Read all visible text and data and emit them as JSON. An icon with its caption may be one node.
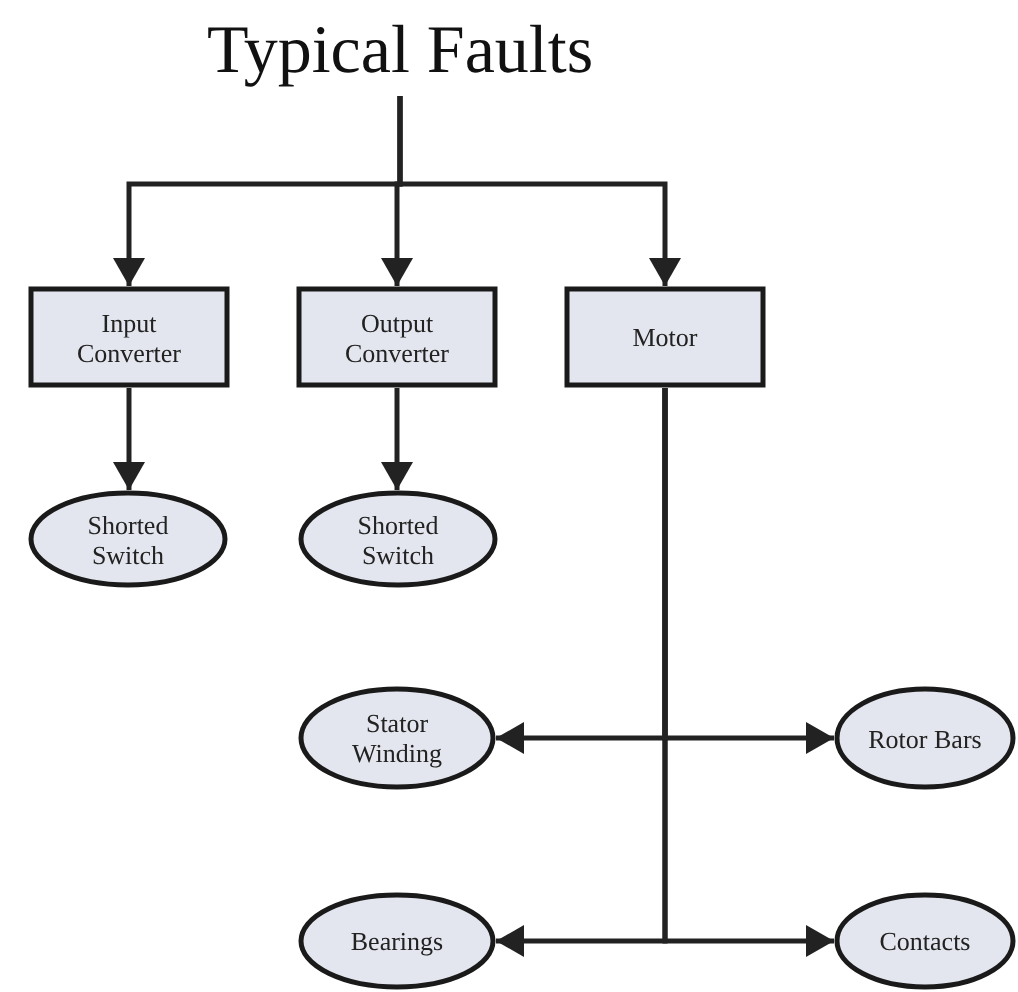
{
  "diagram": {
    "nodes": [
      {
        "text": [
          "Typical Faults"
        ]
      },
      {
        "text": [
          "Input Converter"
        ]
      },
      {
        "text": [
          "Output Converter"
        ]
      },
      {
        "text": [
          "Motor"
        ]
      },
      {
        "text": [
          "Shorted Switch"
        ]
      },
      {
        "text": [
          "Shorted Switch"
        ]
      },
      {
        "text": [
          "Stator Winding"
        ]
      },
      {
        "text": [
          "Rotor Bars"
        ]
      },
      {
        "text": [
          "Bearings"
        ]
      },
      {
        "text": [
          "Contacts"
        ]
      }
    ],
    "edges": [
      {
        "from": 0,
        "to": 1,
        "arrow": "to"
      },
      {
        "from": 0,
        "to": 2,
        "arrow": "to"
      },
      {
        "from": 0,
        "to": 3,
        "arrow": "to"
      },
      {
        "from": 1,
        "to": 4,
        "arrow": "to"
      },
      {
        "from": 2,
        "to": 5,
        "arrow": "to"
      },
      {
        "from": 3,
        "to": 6,
        "arrow": "to"
      },
      {
        "from": 3,
        "to": 7,
        "arrow": "to"
      },
      {
        "from": 3,
        "to": 8,
        "arrow": "to"
      },
      {
        "from": 3,
        "to": 9,
        "arrow": "to"
      }
    ]
  }
}
